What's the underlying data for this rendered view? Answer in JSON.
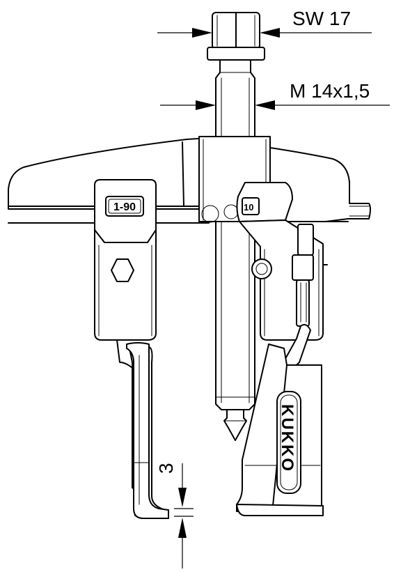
{
  "dimensions": {
    "wrench_size": "SW 17",
    "thread": "M 14x1,5",
    "claw_depth": "3"
  },
  "markings": {
    "arm_badge": "1-90",
    "slider_badge": "10",
    "brand": "KUKKO"
  }
}
